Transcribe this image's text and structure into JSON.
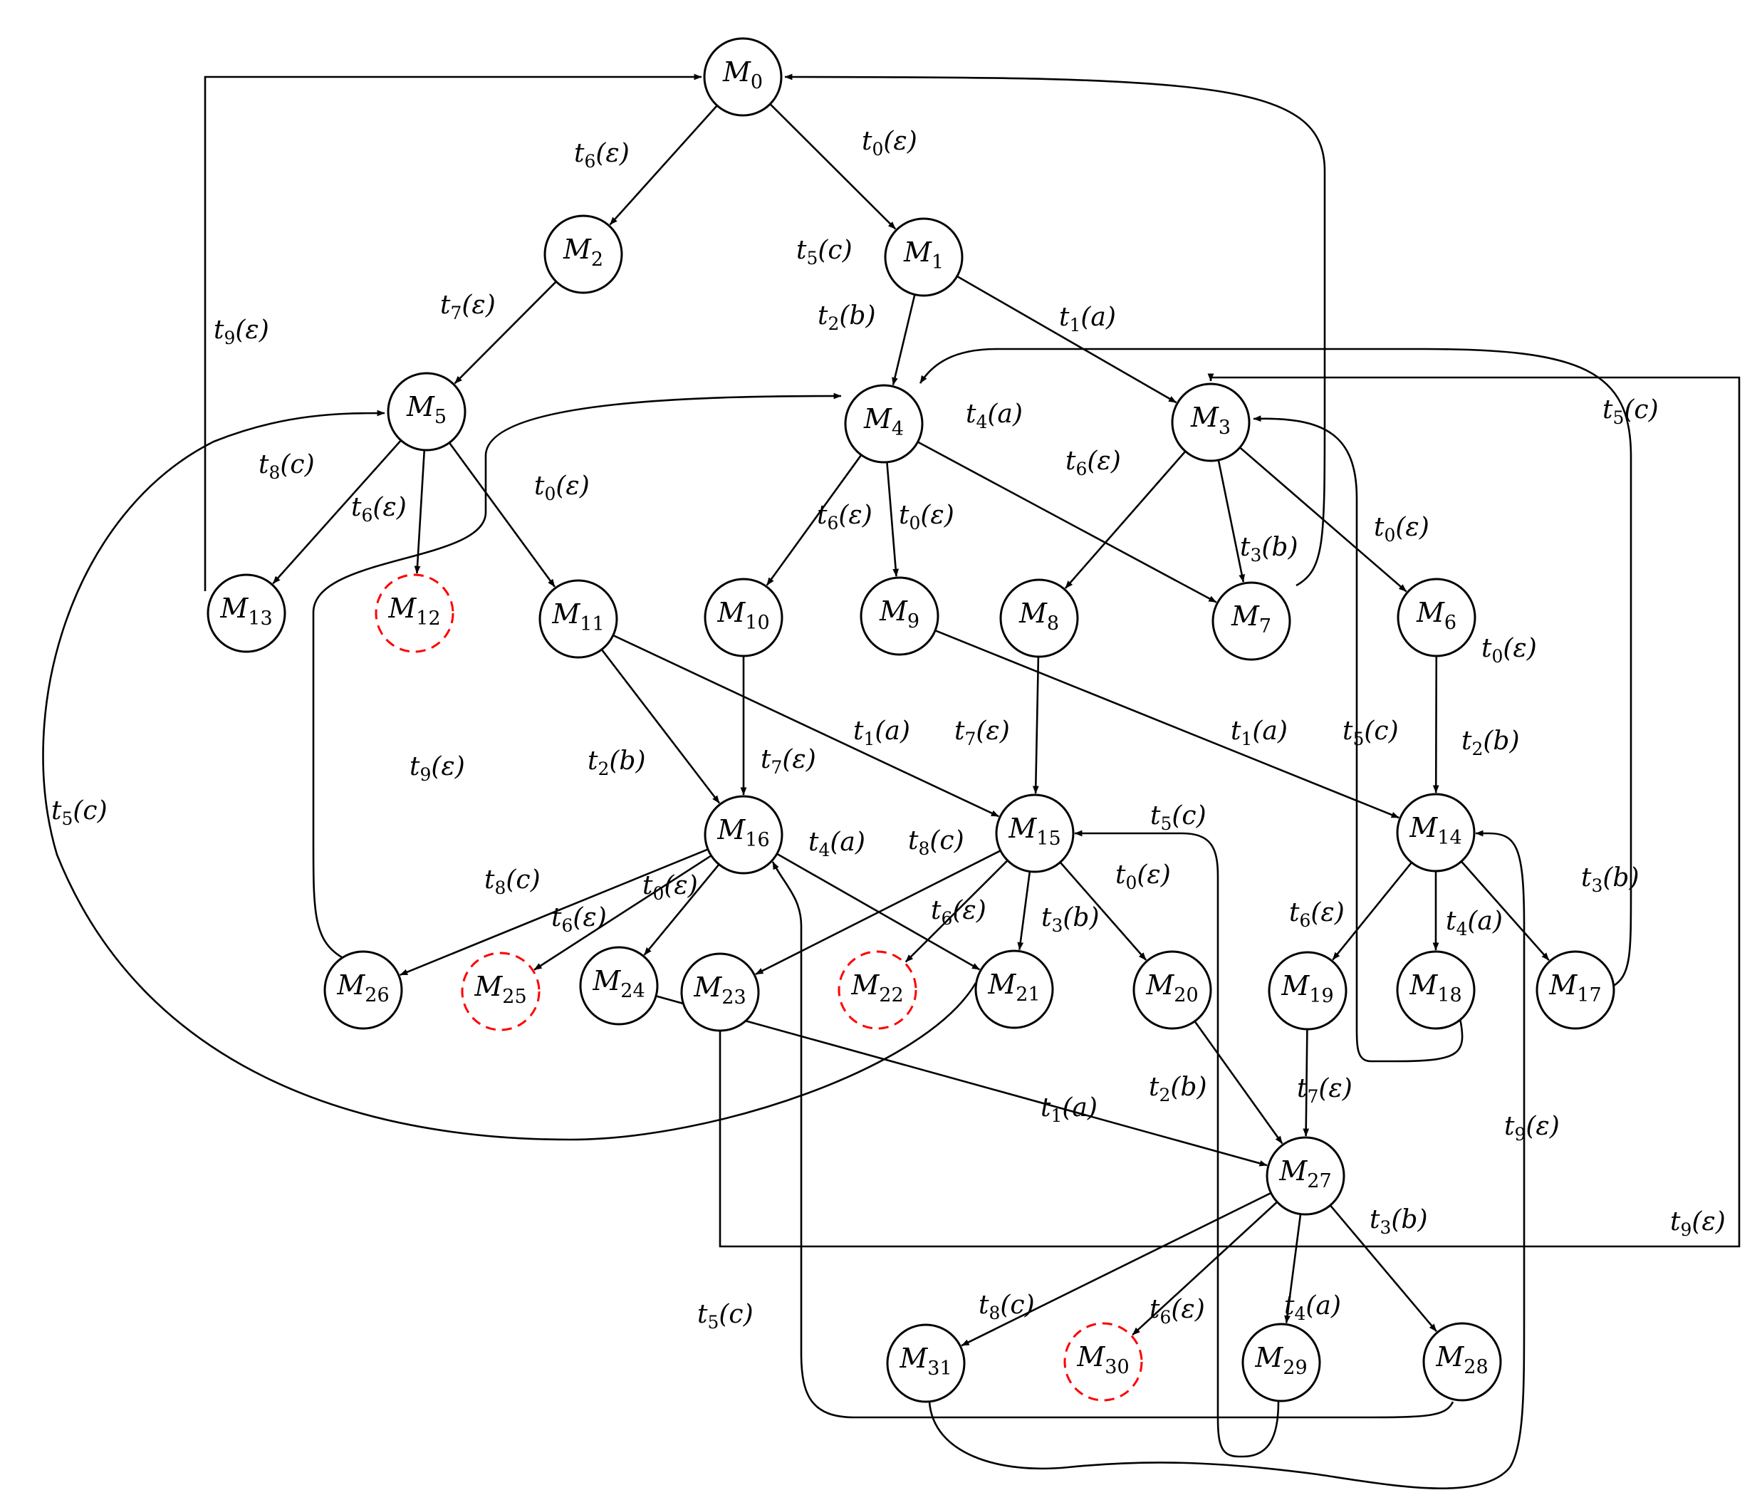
{
  "colors": {
    "node_stroke": "#000000",
    "deadlock_stroke": "#ff0000",
    "edge": "#000000",
    "background": "#ffffff"
  },
  "nodes": [
    {
      "id": "M0",
      "name": "M",
      "index": "0",
      "deadlock": false
    },
    {
      "id": "M1",
      "name": "M",
      "index": "1",
      "deadlock": false
    },
    {
      "id": "M2",
      "name": "M",
      "index": "2",
      "deadlock": false
    },
    {
      "id": "M3",
      "name": "M",
      "index": "3",
      "deadlock": false
    },
    {
      "id": "M4",
      "name": "M",
      "index": "4",
      "deadlock": false
    },
    {
      "id": "M5",
      "name": "M",
      "index": "5",
      "deadlock": false
    },
    {
      "id": "M6",
      "name": "M",
      "index": "6",
      "deadlock": false
    },
    {
      "id": "M7",
      "name": "M",
      "index": "7",
      "deadlock": false
    },
    {
      "id": "M8",
      "name": "M",
      "index": "8",
      "deadlock": false
    },
    {
      "id": "M9",
      "name": "M",
      "index": "9",
      "deadlock": false
    },
    {
      "id": "M10",
      "name": "M",
      "index": "10",
      "deadlock": false
    },
    {
      "id": "M11",
      "name": "M",
      "index": "11",
      "deadlock": false
    },
    {
      "id": "M12",
      "name": "M",
      "index": "12",
      "deadlock": true
    },
    {
      "id": "M13",
      "name": "M",
      "index": "13",
      "deadlock": false
    },
    {
      "id": "M14",
      "name": "M",
      "index": "14",
      "deadlock": false
    },
    {
      "id": "M15",
      "name": "M",
      "index": "15",
      "deadlock": false
    },
    {
      "id": "M16",
      "name": "M",
      "index": "16",
      "deadlock": false
    },
    {
      "id": "M17",
      "name": "M",
      "index": "17",
      "deadlock": false
    },
    {
      "id": "M18",
      "name": "M",
      "index": "18",
      "deadlock": false
    },
    {
      "id": "M19",
      "name": "M",
      "index": "19",
      "deadlock": false
    },
    {
      "id": "M20",
      "name": "M",
      "index": "20",
      "deadlock": false
    },
    {
      "id": "M21",
      "name": "M",
      "index": "21",
      "deadlock": false
    },
    {
      "id": "M22",
      "name": "M",
      "index": "22",
      "deadlock": true
    },
    {
      "id": "M23",
      "name": "M",
      "index": "23",
      "deadlock": false
    },
    {
      "id": "M24",
      "name": "M",
      "index": "24",
      "deadlock": false
    },
    {
      "id": "M25",
      "name": "M",
      "index": "25",
      "deadlock": true
    },
    {
      "id": "M26",
      "name": "M",
      "index": "26",
      "deadlock": false
    },
    {
      "id": "M27",
      "name": "M",
      "index": "27",
      "deadlock": false
    },
    {
      "id": "M28",
      "name": "M",
      "index": "28",
      "deadlock": false
    },
    {
      "id": "M29",
      "name": "M",
      "index": "29",
      "deadlock": false
    },
    {
      "id": "M30",
      "name": "M",
      "index": "30",
      "deadlock": true
    },
    {
      "id": "M31",
      "name": "M",
      "index": "31",
      "deadlock": false
    }
  ],
  "edges": [
    {
      "from": "M0",
      "to": "M2",
      "t": "t",
      "sub": "6",
      "event": "ε"
    },
    {
      "from": "M0",
      "to": "M1",
      "t": "t",
      "sub": "0",
      "event": "ε"
    },
    {
      "from": "M2",
      "to": "M5",
      "t": "t",
      "sub": "7",
      "event": "ε"
    },
    {
      "from": "M1",
      "to": "M4",
      "t": "t",
      "sub": "2",
      "event": "b"
    },
    {
      "from": "M1",
      "to": "M3",
      "t": "t",
      "sub": "1",
      "event": "a"
    },
    {
      "from": "M1",
      "to": "M0",
      "t": "t",
      "sub": "5",
      "event": "c"
    },
    {
      "from": "M13",
      "to": "M0",
      "t": "t",
      "sub": "9",
      "event": "ε"
    },
    {
      "from": "M5",
      "to": "M13",
      "t": "t",
      "sub": "8",
      "event": "c"
    },
    {
      "from": "M5",
      "to": "M12",
      "t": "t",
      "sub": "6",
      "event": "ε"
    },
    {
      "from": "M5",
      "to": "M11",
      "t": "t",
      "sub": "0",
      "event": "ε"
    },
    {
      "from": "M4",
      "to": "M10",
      "t": "t",
      "sub": "6",
      "event": "ε"
    },
    {
      "from": "M4",
      "to": "M9",
      "t": "t",
      "sub": "0",
      "event": "ε"
    },
    {
      "from": "M4",
      "to": "M7",
      "t": "t",
      "sub": "4",
      "event": "a"
    },
    {
      "from": "M3",
      "to": "M8",
      "t": "t",
      "sub": "6",
      "event": "ε"
    },
    {
      "from": "M3",
      "to": "M7",
      "t": "t",
      "sub": "3",
      "event": "b"
    },
    {
      "from": "M3",
      "to": "M6",
      "t": "t",
      "sub": "0",
      "event": "ε"
    },
    {
      "from": "M6",
      "to": "M14",
      "t": "t",
      "sub": "2",
      "event": "b"
    },
    {
      "from": "M9",
      "to": "M14",
      "t": "t",
      "sub": "1",
      "event": "a"
    },
    {
      "from": "M11",
      "to": "M16",
      "t": "t",
      "sub": "2",
      "event": "b"
    },
    {
      "from": "M11",
      "to": "M15",
      "t": "t",
      "sub": "1",
      "event": "a"
    },
    {
      "from": "M10",
      "to": "M16",
      "t": "t",
      "sub": "7",
      "event": "ε"
    },
    {
      "from": "M8",
      "to": "M15",
      "t": "t",
      "sub": "7",
      "event": "ε"
    },
    {
      "from": "M26",
      "to": "M4",
      "t": "t",
      "sub": "9",
      "event": "ε"
    },
    {
      "from": "M16",
      "to": "M26",
      "t": "t",
      "sub": "8",
      "event": "c"
    },
    {
      "from": "M16",
      "to": "M25",
      "t": "t",
      "sub": "6",
      "event": "ε"
    },
    {
      "from": "M16",
      "to": "M24",
      "t": "t",
      "sub": "0",
      "event": "ε"
    },
    {
      "from": "M16",
      "to": "M21",
      "t": "t",
      "sub": "4",
      "event": "a"
    },
    {
      "from": "M15",
      "to": "M23",
      "t": "t",
      "sub": "8",
      "event": "c"
    },
    {
      "from": "M15",
      "to": "M22",
      "t": "t",
      "sub": "6",
      "event": "ε"
    },
    {
      "from": "M15",
      "to": "M21",
      "t": "t",
      "sub": "3",
      "event": "b"
    },
    {
      "from": "M15",
      "to": "M20",
      "t": "t",
      "sub": "0",
      "event": "ε"
    },
    {
      "from": "M14",
      "to": "M19",
      "t": "t",
      "sub": "6",
      "event": "ε"
    },
    {
      "from": "M14",
      "to": "M18",
      "t": "t",
      "sub": "4",
      "event": "a"
    },
    {
      "from": "M14",
      "to": "M17",
      "t": "t",
      "sub": "3",
      "event": "b"
    },
    {
      "from": "M6",
      "to": "M14",
      "t": "t",
      "sub": "0",
      "event": "ε"
    },
    {
      "from": "M21",
      "to": "M5",
      "t": "t",
      "sub": "5",
      "event": "c"
    },
    {
      "from": "M18",
      "to": "M3",
      "t": "t",
      "sub": "5",
      "event": "c"
    },
    {
      "from": "M17",
      "to": "M4",
      "t": "t",
      "sub": "5",
      "event": "c"
    },
    {
      "from": "M24",
      "to": "M27",
      "t": "t",
      "sub": "1",
      "event": "a"
    },
    {
      "from": "M20",
      "to": "M27",
      "t": "t",
      "sub": "2",
      "event": "b"
    },
    {
      "from": "M19",
      "to": "M27",
      "t": "t",
      "sub": "7",
      "event": "ε"
    },
    {
      "from": "M23",
      "to": "M3",
      "t": "t",
      "sub": "9",
      "event": "ε"
    },
    {
      "from": "M27",
      "to": "M31",
      "t": "t",
      "sub": "8",
      "event": "c"
    },
    {
      "from": "M27",
      "to": "M30",
      "t": "t",
      "sub": "6",
      "event": "ε"
    },
    {
      "from": "M27",
      "to": "M29",
      "t": "t",
      "sub": "4",
      "event": "a"
    },
    {
      "from": "M27",
      "to": "M28",
      "t": "t",
      "sub": "3",
      "event": "b"
    },
    {
      "from": "M28",
      "to": "M16",
      "t": "t",
      "sub": "5",
      "event": "c"
    },
    {
      "from": "M29",
      "to": "M15",
      "t": "t",
      "sub": "5",
      "event": "c"
    },
    {
      "from": "M31",
      "to": "M14",
      "t": "t",
      "sub": "9",
      "event": "ε"
    },
    {
      "from": "M26",
      "to": "M4",
      "t": "t",
      "sub": "9",
      "event": "ε"
    }
  ]
}
